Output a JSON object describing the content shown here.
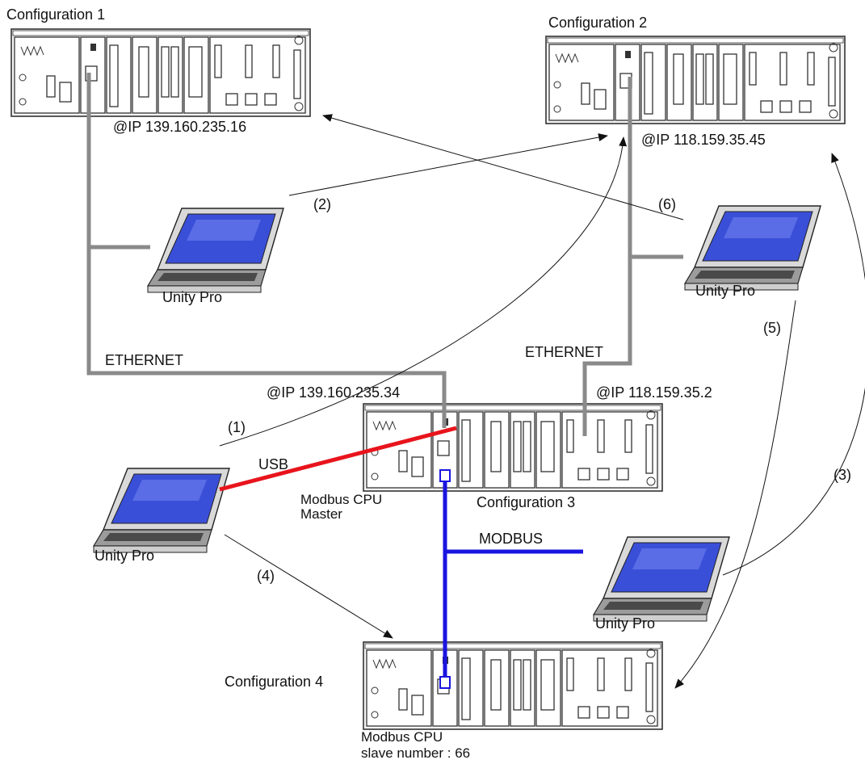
{
  "configurations": {
    "config1": {
      "title": "Configuration 1",
      "ip": "@IP   139.160.235.16"
    },
    "config2": {
      "title": "Configuration 2",
      "ip": "@IP   118.159.35.45"
    },
    "config3": {
      "title": "Configuration 3",
      "ip_left": "@IP   139.160.235.34",
      "ip_right": "@IP   118.159.35.2",
      "cpu_line1": "Modbus  CPU",
      "cpu_line2": "Master"
    },
    "config4": {
      "title": "Configuration 4",
      "cpu_line1": "Modbus  CPU",
      "cpu_line2": "slave number : 66"
    }
  },
  "networks": {
    "ethernet_left": "ETHERNET",
    "ethernet_right": "ETHERNET",
    "usb": "USB",
    "modbus": "MODBUS"
  },
  "laptops": {
    "top_left": "Unity  Pro",
    "top_right": "Unity  Pro",
    "bottom_left": "Unity  Pro",
    "bottom_right": "Unity  Pro"
  },
  "connections": {
    "c1": "(1)",
    "c2": "(2)",
    "c3": "(3)",
    "c4": "(4)",
    "c5": "(5)",
    "c6": "(6)"
  },
  "colors": {
    "ethernet": "#8a8a8a",
    "usb": "#e8141c",
    "modbus": "#1a14e0",
    "laptop_screen": "#3a4fd8"
  }
}
